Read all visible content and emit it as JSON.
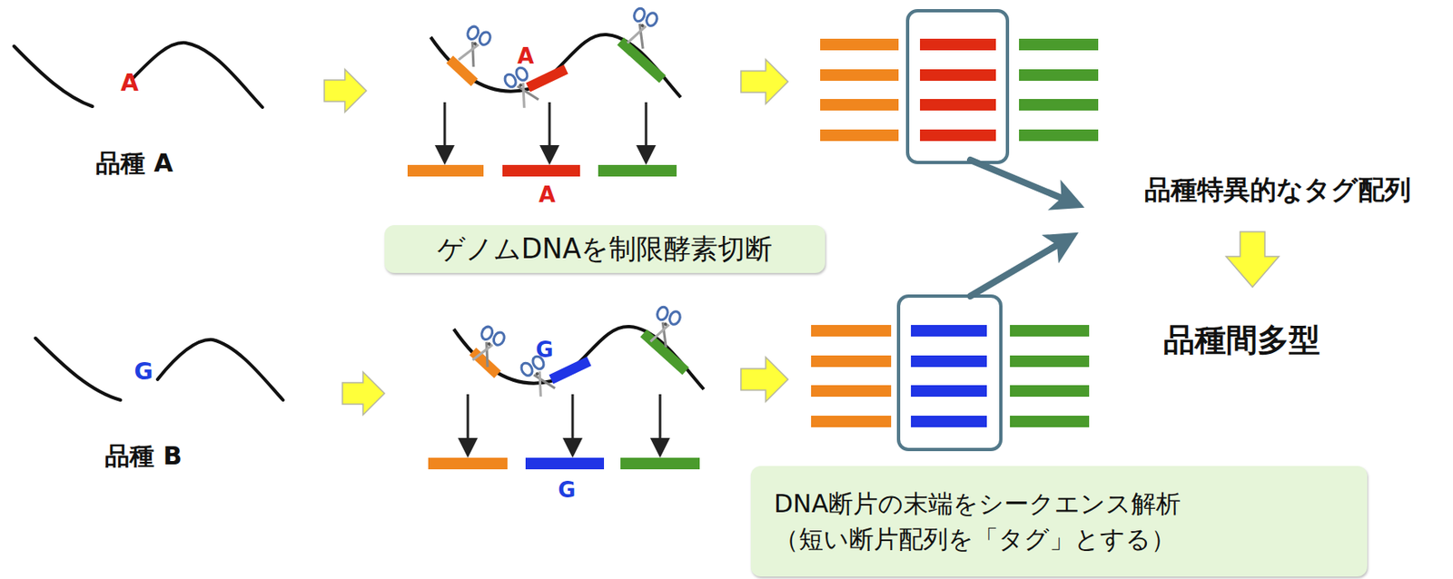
{
  "diagram": {
    "nodes": [
      {
        "text": [
          "ゲノムDNAを制限酵素切断"
        ]
      },
      {
        "text": [
          "DNA断片の末端をシークエンス解析 （短い断片配列を「タグ」とする）"
        ]
      }
    ],
    "labels": [
      "A",
      "品種 A",
      "A",
      "A",
      "品種特異的なタグ配列",
      "品種間多型",
      "G",
      "品種 B",
      "G",
      "G"
    ]
  }
}
